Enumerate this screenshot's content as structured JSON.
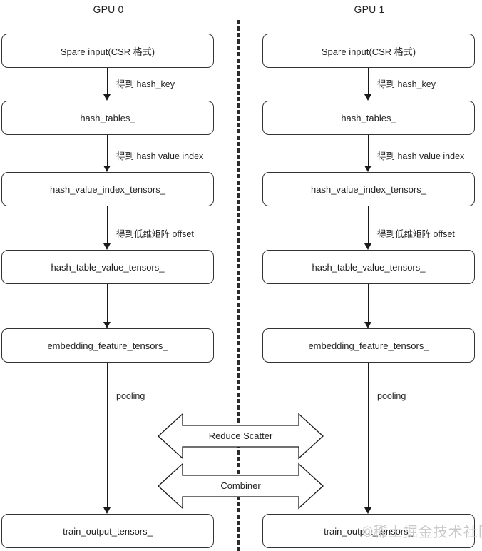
{
  "diagram": {
    "title_left": "GPU 0",
    "title_right": "GPU 1",
    "nodes_left": [
      {
        "label": "Spare input(CSR 格式)"
      },
      {
        "label": "hash_tables_"
      },
      {
        "label": "hash_value_index_tensors_"
      },
      {
        "label": "hash_table_value_tensors_"
      },
      {
        "label": "embedding_feature_tensors_"
      },
      {
        "label": "train_output_tensors_"
      }
    ],
    "nodes_right": [
      {
        "label": "Spare input(CSR 格式)"
      },
      {
        "label": "hash_tables_"
      },
      {
        "label": "hash_value_index_tensors_"
      },
      {
        "label": "hash_table_value_tensors_"
      },
      {
        "label": "embedding_feature_tensors_"
      },
      {
        "label": "train_output_tensors_"
      }
    ],
    "edge_labels_left": [
      "得到 hash_key",
      "得到 hash value index",
      "得到低维矩阵 offset",
      "",
      "pooling"
    ],
    "edge_labels_right": [
      "得到 hash_key",
      "得到 hash value index",
      "得到低维矩阵 offset",
      "",
      "pooling"
    ],
    "bidi_arrows": [
      {
        "label": "Reduce Scatter"
      },
      {
        "label": "Combiner"
      }
    ],
    "watermark": "©稀土掘金技术社区",
    "colors": {
      "stroke": "#333333",
      "text": "#1f1f1f",
      "divider": "#2b2b2b",
      "watermark": "#c9c9c9",
      "background": "#ffffff"
    }
  }
}
